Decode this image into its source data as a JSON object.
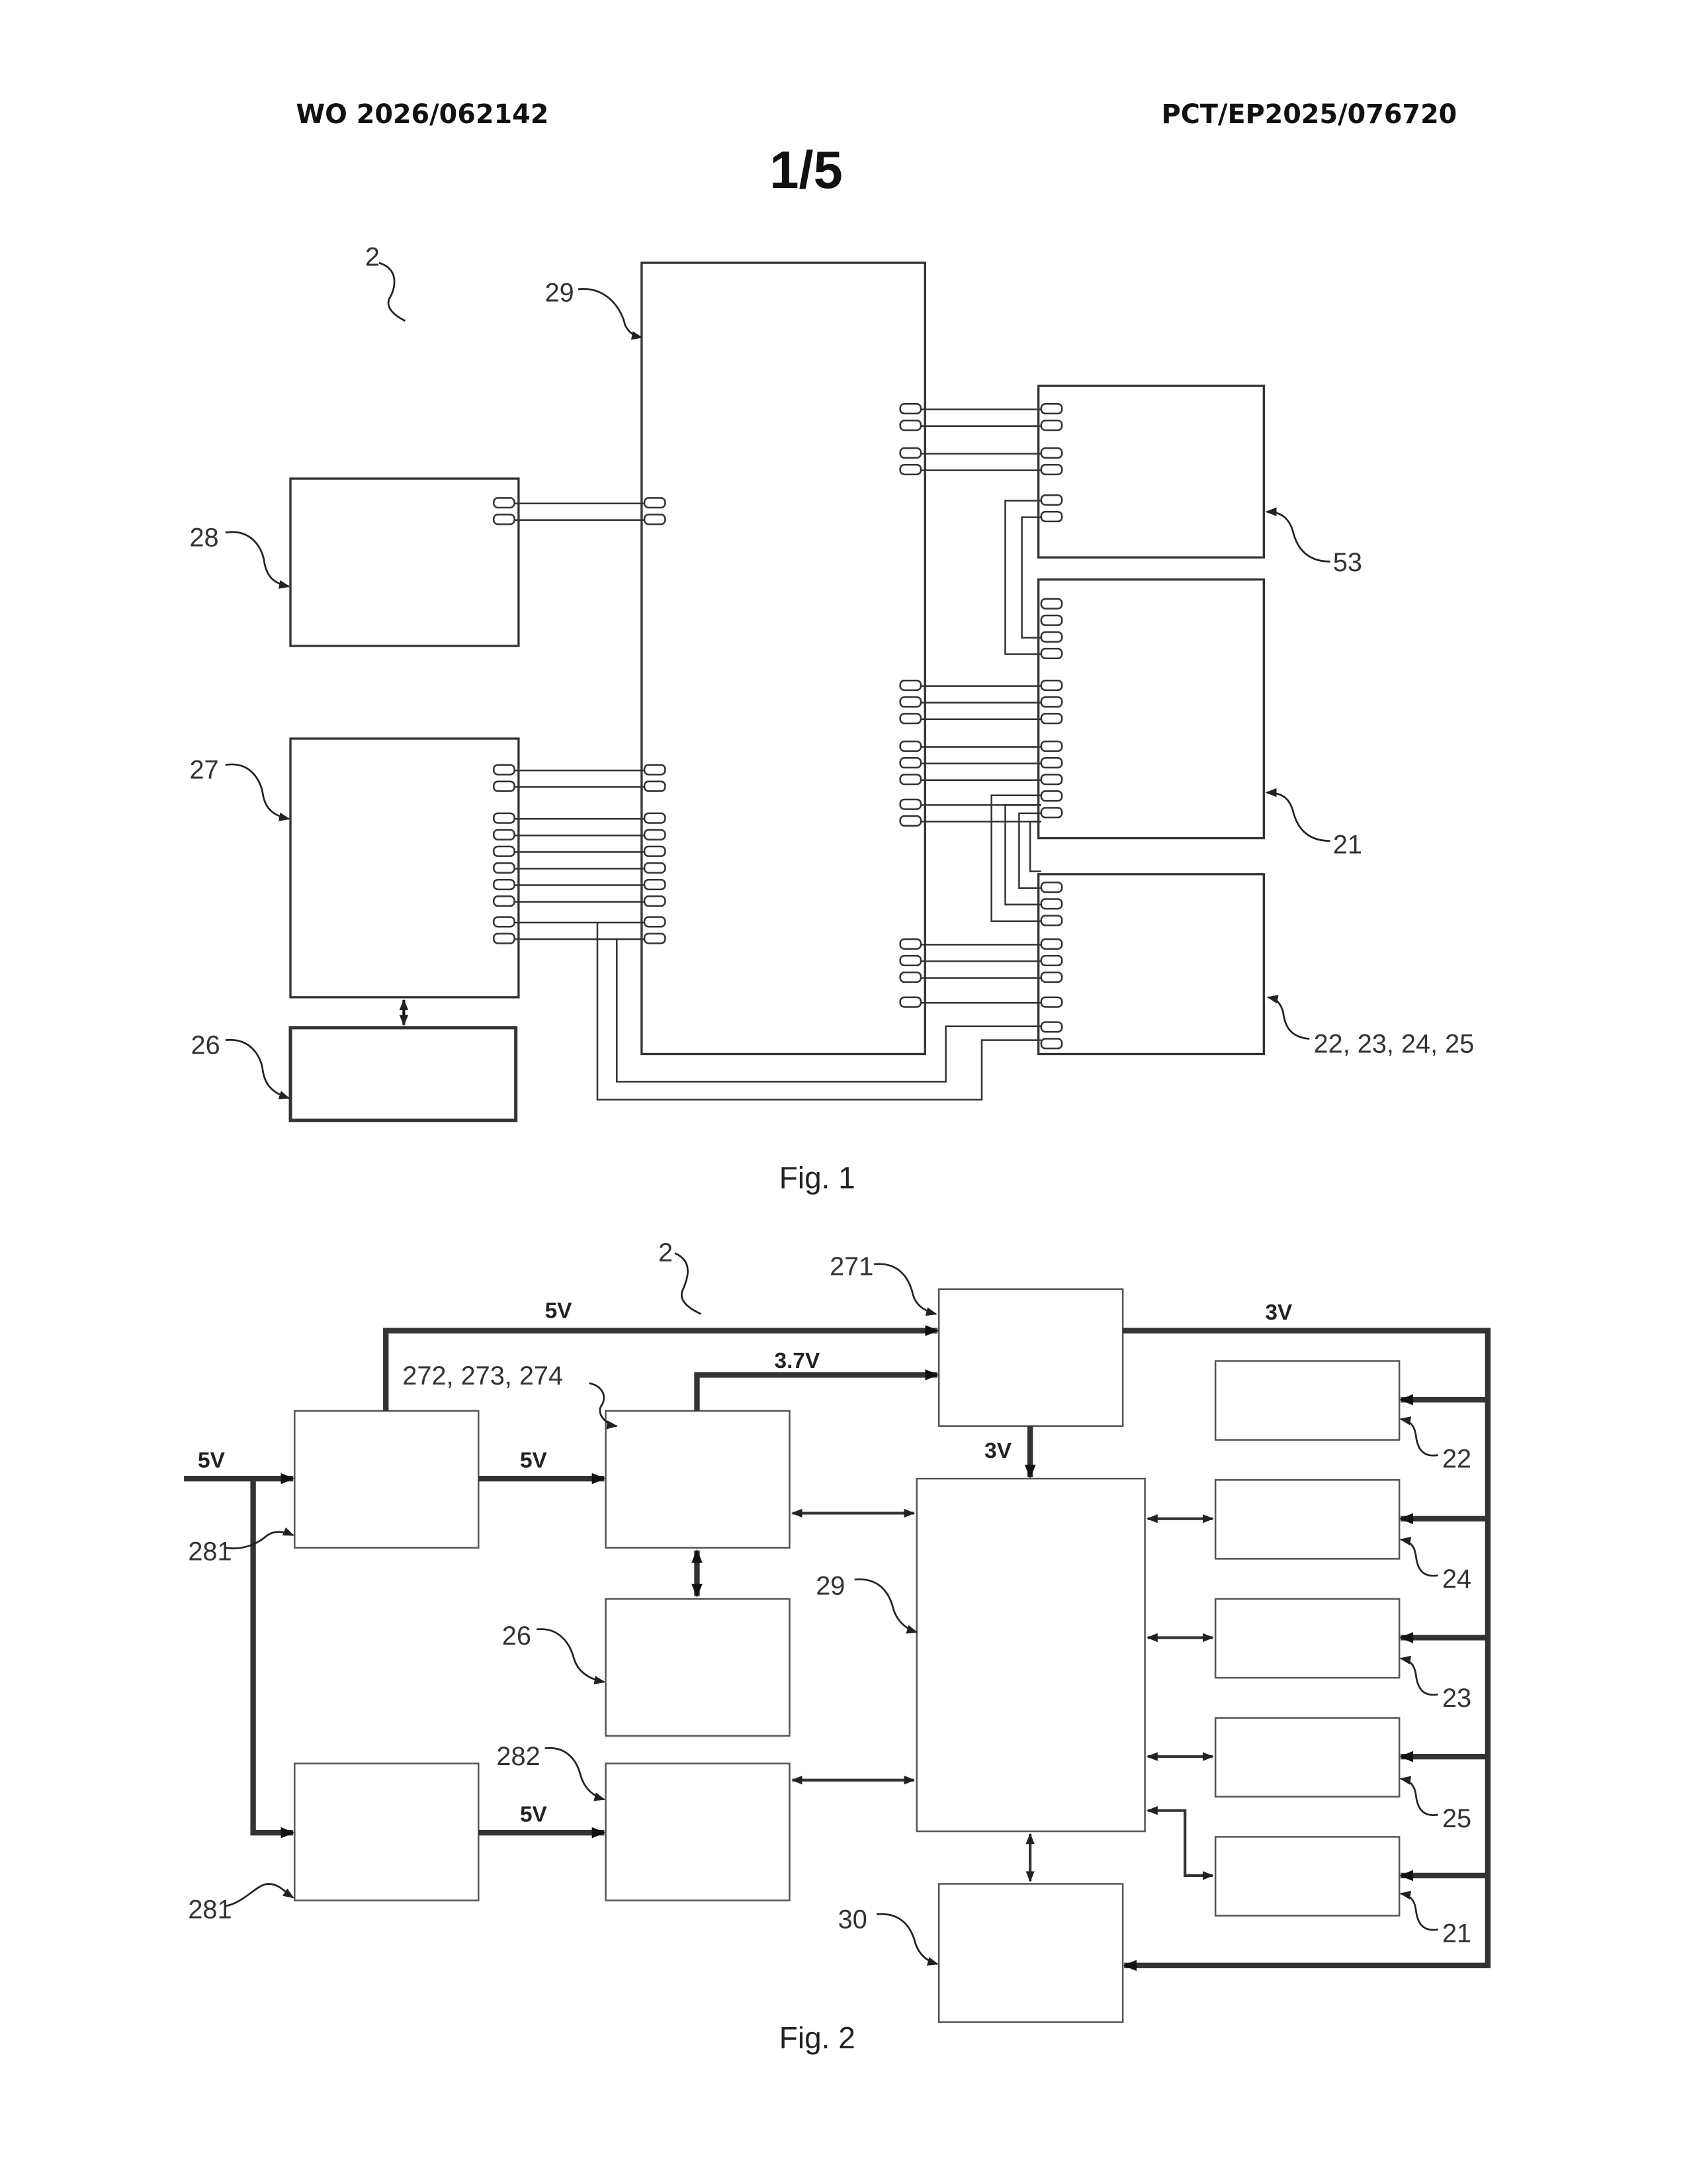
{
  "header": {
    "publication_number": "WO 2026/062142",
    "application_number": "PCT/EP2025/076720",
    "sheet_number": "1/5"
  },
  "fig1": {
    "caption": "Fig. 1",
    "labels": {
      "system": "2",
      "controller": "29",
      "block_28": "28",
      "block_27": "27",
      "block_26": "26",
      "block_53": "53",
      "block_21": "21",
      "block_22_25": "22, 23, 24, 25"
    }
  },
  "fig2": {
    "caption": "Fig. 2",
    "labels": {
      "system": "2",
      "regulator_271": "271",
      "converter_group": "272, 273, 274",
      "input_281_top": "281",
      "input_281_bottom": "281",
      "block_26": "26",
      "block_282": "282",
      "controller": "29",
      "block_30": "30",
      "sensor_22": "22",
      "sensor_24": "24",
      "sensor_23": "23",
      "sensor_25": "25",
      "sensor_21": "21"
    },
    "voltages": {
      "top_bus": "5V",
      "regulator_out": "3V",
      "li_battery": "3.7V",
      "input": "5V",
      "converter_in": "5V",
      "controller_supply": "3V",
      "bottom_bus": "5V"
    }
  }
}
